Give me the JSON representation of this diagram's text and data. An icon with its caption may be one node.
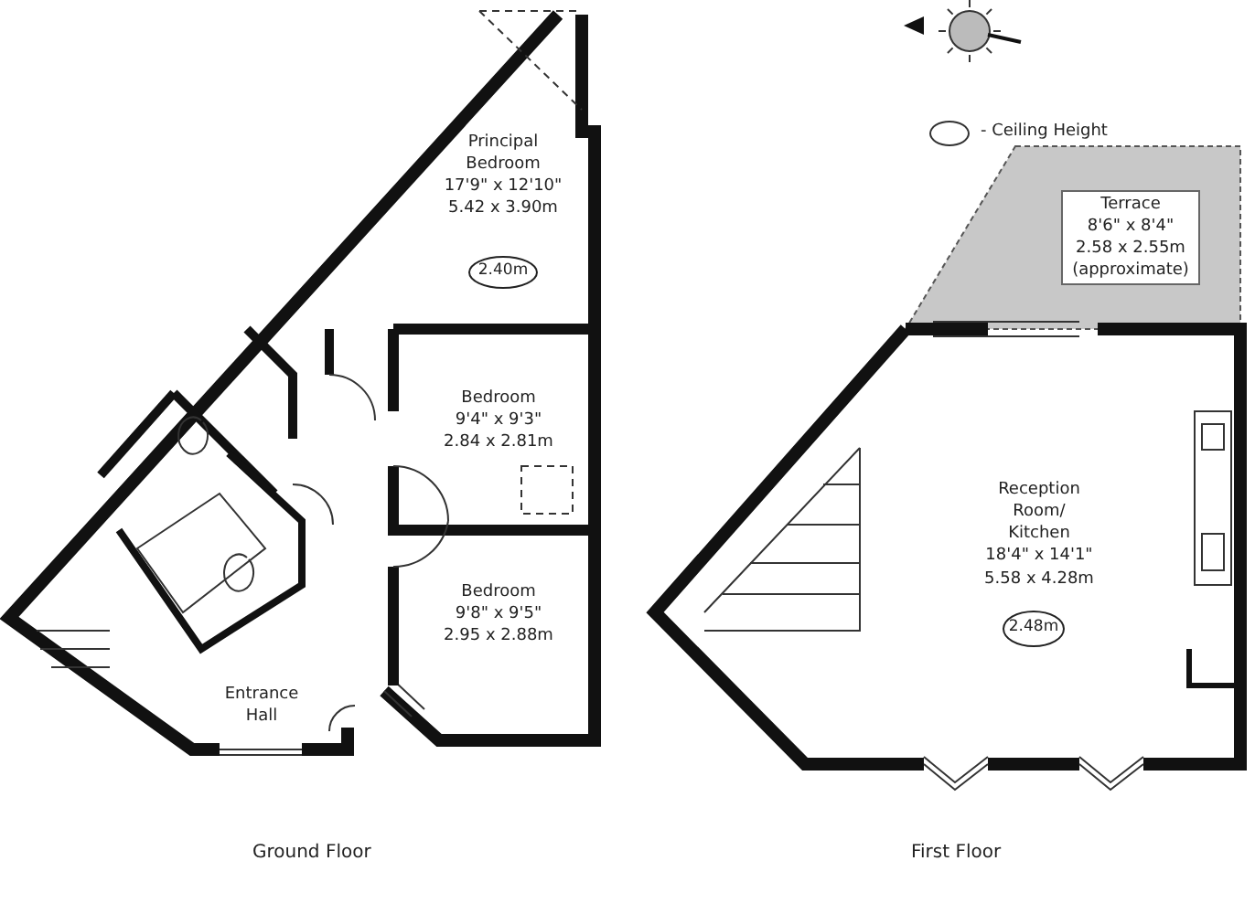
{
  "diagram": {
    "nodes": [
      {
        "text": [
          "Principal Bedroom",
          "17'9\" x 12'10\"",
          "5.42 x 3.90m"
        ]
      },
      {
        "text": [
          "2.40m"
        ],
        "in": 0
      },
      {
        "text": [
          "Bedroom",
          "9'4\" x 9'3\"",
          "2.84 x 2.81m"
        ]
      },
      {
        "text": [
          "Bedroom",
          "9'8\" x 9'5\"",
          "2.95 x 2.88m"
        ]
      },
      {
        "text": [
          "Entrance Hall"
        ]
      },
      {
        "text": [
          "Terrace",
          "8'6\" x 8'4\"",
          "2.58 x 2.55m",
          "(approximate)"
        ]
      },
      {
        "text": [
          "Reception Room/ Kitchen",
          "18'4\" x 14'1\"",
          "5.58 x 4.28m"
        ]
      },
      {
        "text": [
          "2.48m"
        ],
        "in": 6
      }
    ],
    "labels": [
      "Ground Floor",
      "First Floor"
    ],
    "legend": [
      {
        "text": "- Ceiling Height"
      }
    ]
  }
}
